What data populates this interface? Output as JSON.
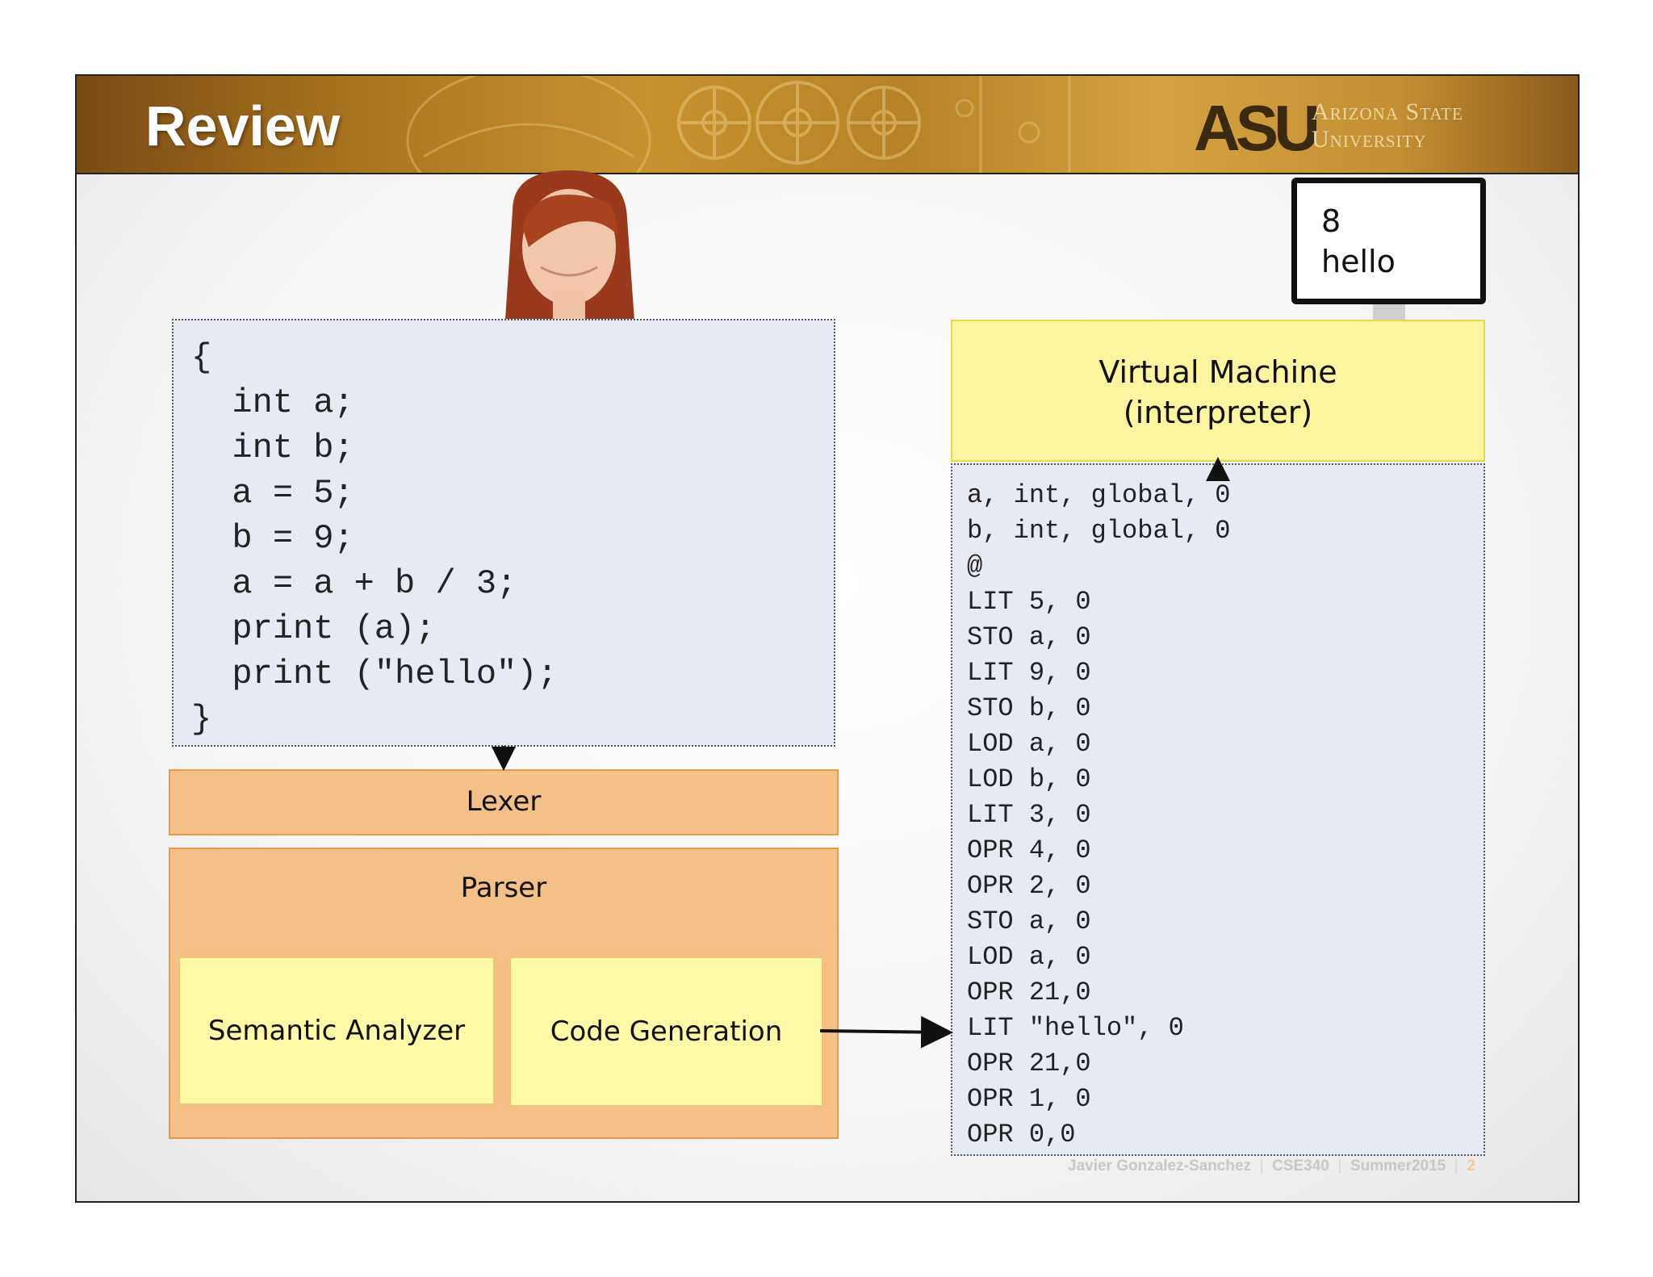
{
  "slide": {
    "title": "Review",
    "logo": {
      "mark": "ASU",
      "wordmark_line1": "Arizona State",
      "wordmark_line2": "University"
    }
  },
  "source_code": {
    "lines": [
      "{",
      "  int a;",
      "  int b;",
      "  a = 5;",
      "  b = 9;",
      "  a = a + b / 3;",
      "  print (a);",
      "  print (\"hello\");",
      "}"
    ]
  },
  "pipeline": {
    "lexer": "Lexer",
    "parser": "Parser",
    "semantic_analyzer": "Semantic Analyzer",
    "code_generation": "Code Generation"
  },
  "output_screen": {
    "lines": [
      "8",
      "hello"
    ]
  },
  "virtual_machine": {
    "label_line1": "Virtual Machine",
    "label_line2": "(interpreter)"
  },
  "intermediate_code": {
    "lines": [
      "a, int, global, 0",
      "b, int, global, 0",
      "@",
      "LIT 5, 0",
      "STO a, 0",
      "LIT 9, 0",
      "STO b, 0",
      "LOD a, 0",
      "LOD b, 0",
      "LIT 3, 0",
      "OPR 4, 0",
      "OPR 2, 0",
      "STO a, 0",
      "LOD a, 0",
      "OPR 21,0",
      "LIT \"hello\", 0",
      "OPR 21,0",
      "OPR 1, 0",
      "OPR 0,0"
    ]
  },
  "footer": {
    "author": "Javier Gonzalez-Sanchez",
    "course": "CSE340",
    "term": "Summer2015",
    "page": "2"
  },
  "colors": {
    "banner": "#b78226",
    "code_box": "#e6eaf3",
    "orange_box": "#f5bf88",
    "yellow_box": "#fef9a6",
    "vm_box": "#fbf59f"
  }
}
